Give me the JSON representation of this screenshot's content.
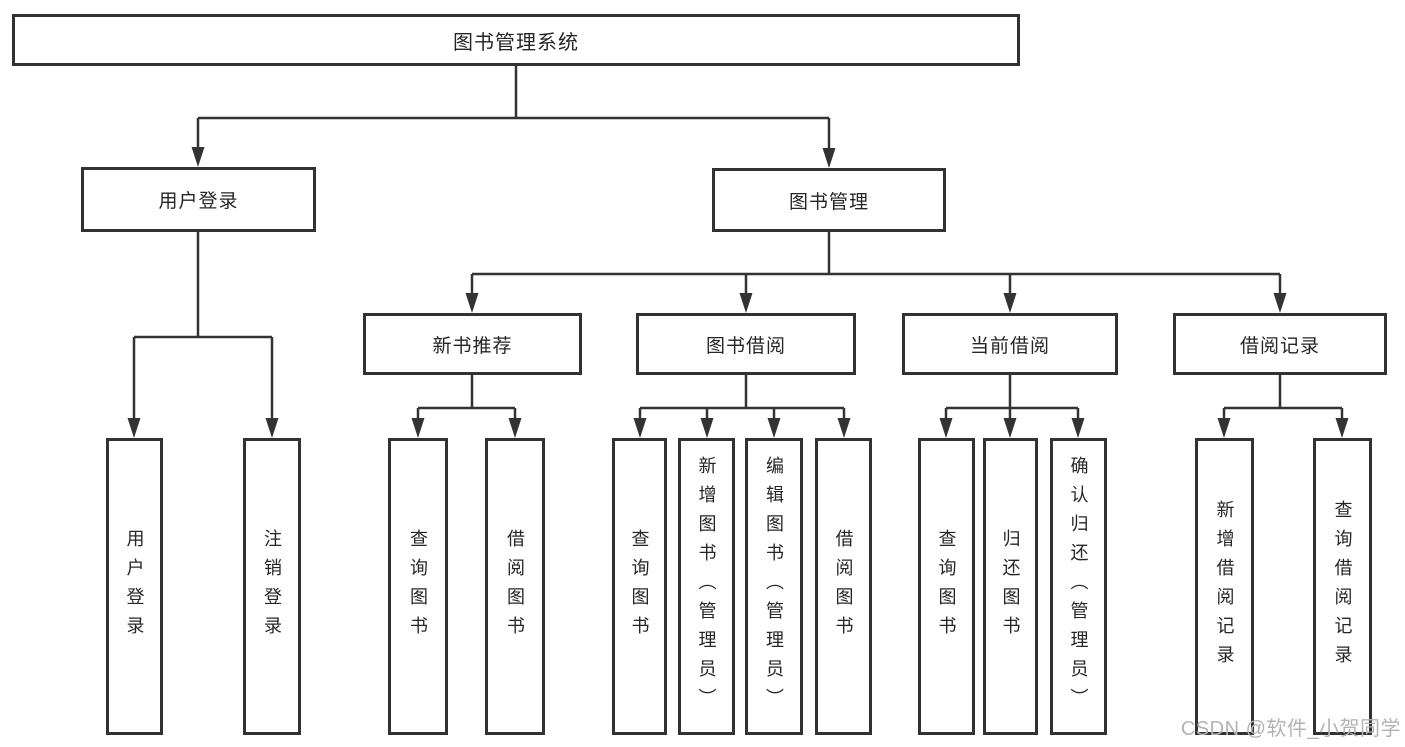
{
  "tree": {
    "root": "图书管理系统",
    "children": [
      {
        "label": "用户登录",
        "children": [
          {
            "label": "用户登录"
          },
          {
            "label": "注销登录"
          }
        ]
      },
      {
        "label": "图书管理",
        "children": [
          {
            "label": "新书推荐",
            "children": [
              {
                "label": "查询图书"
              },
              {
                "label": "借阅图书"
              }
            ]
          },
          {
            "label": "图书借阅",
            "children": [
              {
                "label": "查询图书"
              },
              {
                "label": "新增图书（管理员）"
              },
              {
                "label": "编辑图书（管理员）"
              },
              {
                "label": "借阅图书"
              }
            ]
          },
          {
            "label": "当前借阅",
            "children": [
              {
                "label": "查询图书"
              },
              {
                "label": "归还图书"
              },
              {
                "label": "确认归还（管理员）"
              }
            ]
          },
          {
            "label": "借阅记录",
            "children": [
              {
                "label": "新增借阅记录"
              },
              {
                "label": "查询借阅记录"
              }
            ]
          }
        ]
      }
    ]
  },
  "watermark": {
    "text": "CSDN @软件_小贺同学"
  },
  "colors": {
    "line": "#333333",
    "box_border": "#323232",
    "text": "#262626",
    "watermark": "#b3b3b3",
    "background": "#ffffff"
  }
}
